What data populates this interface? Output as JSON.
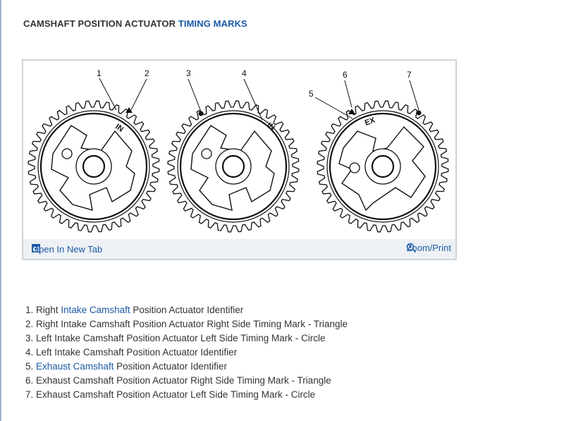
{
  "heading": {
    "prefix": "CAMSHAFT POSITION ACTUATOR",
    "link": "TIMING MARKS"
  },
  "figure": {
    "callouts": [
      "1",
      "2",
      "3",
      "4",
      "5",
      "6",
      "7"
    ],
    "gear_labels": [
      "IN",
      "IN",
      "EX"
    ],
    "open_tab_label": "Open In New Tab",
    "zoom_label": "Zoom/Print"
  },
  "legend": [
    {
      "num": "1.",
      "pre": "Right ",
      "link": "Intake Camshaft",
      "post": " Position Actuator Identifier"
    },
    {
      "num": "2.",
      "pre": "Right Intake Camshaft Position Actuator Right Side Timing Mark - Triangle",
      "link": "",
      "post": ""
    },
    {
      "num": "3.",
      "pre": "Left Intake Camshaft Position Actuator Left Side Timing Mark - Circle",
      "link": "",
      "post": ""
    },
    {
      "num": "4.",
      "pre": "Left Intake Camshaft Position Actuator Identifier",
      "link": "",
      "post": ""
    },
    {
      "num": "5.",
      "pre": "",
      "link": "Exhaust Camshaft",
      "post": " Position Actuator Identifier"
    },
    {
      "num": "6.",
      "pre": "Exhaust Camshaft Position Actuator Right Side Timing Mark - Triangle",
      "link": "",
      "post": ""
    },
    {
      "num": "7.",
      "pre": "Exhaust Camshaft Position Actuator Left Side Timing Mark - Circle",
      "link": "",
      "post": ""
    }
  ]
}
